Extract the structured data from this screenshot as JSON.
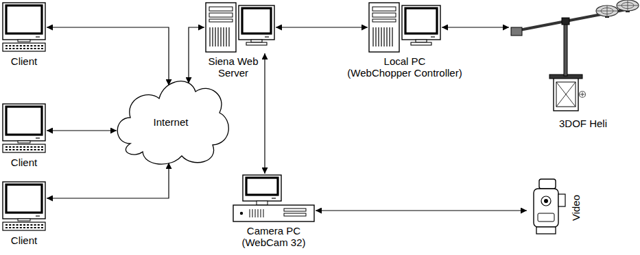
{
  "diagram": {
    "nodes": [
      {
        "text": [
          "Client"
        ]
      },
      {
        "text": [
          "Client"
        ]
      },
      {
        "text": [
          "Client"
        ]
      },
      {
        "text": [
          "Internet"
        ]
      },
      {
        "text": [
          "Siena Web Server"
        ]
      },
      {
        "text": [
          "Local PC",
          "(WebChopper Controller)"
        ]
      },
      {
        "text": [
          "3DOF Heli"
        ]
      },
      {
        "text": [
          "Camera PC",
          "(WebCam 32)"
        ]
      },
      {
        "text": [
          "Video"
        ]
      }
    ],
    "edges": [
      {
        "from": 0,
        "to": 3,
        "arrow": "both"
      },
      {
        "from": 1,
        "to": 3,
        "arrow": "both"
      },
      {
        "from": 2,
        "to": 3,
        "arrow": "both"
      },
      {
        "from": 3,
        "to": 4,
        "arrow": "both"
      },
      {
        "from": 4,
        "to": 5,
        "arrow": "both"
      },
      {
        "from": 5,
        "to": 6,
        "arrow": "both"
      },
      {
        "from": 4,
        "to": 7,
        "arrow": "both"
      },
      {
        "from": 7,
        "to": 8,
        "arrow": "both"
      }
    ]
  }
}
